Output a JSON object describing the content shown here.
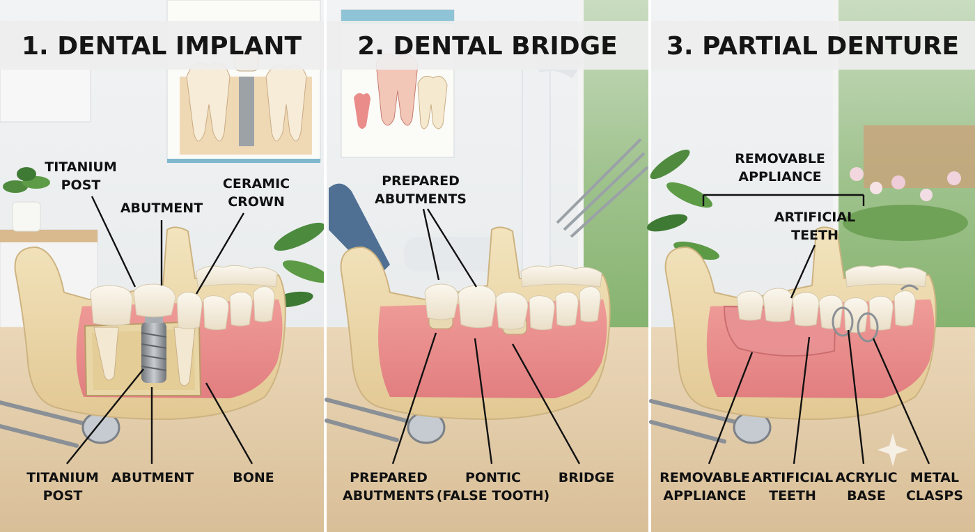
{
  "panels": [
    {
      "title": "1. DENTAL IMPLANT",
      "labels": {
        "titanium_post_top": [
          "TITANIUM",
          "POST"
        ],
        "abutment_top": [
          "ABUTMENT"
        ],
        "ceramic_crown": [
          "CERAMIC",
          "CROWN"
        ],
        "titanium_post_bottom": [
          "TITANIUM",
          "POST"
        ],
        "abutment_bottom": [
          "ABUTMENT"
        ],
        "bone": [
          "BONE"
        ]
      }
    },
    {
      "title": "2. DENTAL BRIDGE",
      "labels": {
        "prepared_abutments_top": [
          "PREPARED",
          "ABUTMENTS"
        ],
        "prepared_abutments_bottom": [
          "PREPARED",
          "ABUTMENTS"
        ],
        "pontic": [
          "PONTIC",
          "(FALSE TOOTH)"
        ],
        "bridge": [
          "BRIDGE"
        ]
      }
    },
    {
      "title": "3. PARTIAL DENTURE",
      "labels": {
        "removable_appliance_top": [
          "REMOVABLE",
          "APPLIANCE"
        ],
        "artificial_teeth_top": [
          "ARTIFICIAL",
          "TEETH"
        ],
        "removable_appliance_bottom": [
          "REMOVABLE",
          "APPLIANCE"
        ],
        "artificial_teeth_bottom": [
          "ARTIFICIAL",
          "TEETH"
        ],
        "acrylic_base": [
          "ACRYLIC",
          "BASE"
        ],
        "metal_clasps": [
          "METAL",
          "CLASPS"
        ]
      }
    }
  ],
  "colors": {
    "tooth": "#f5efe2",
    "gum": "#e98e8e",
    "jaw": "#ecd9ad",
    "bone": "#dcc99a",
    "metal": "#9a9ea3",
    "title_bar": "#ececec",
    "table": "#e3ccaa",
    "wall": "#eceff1"
  }
}
